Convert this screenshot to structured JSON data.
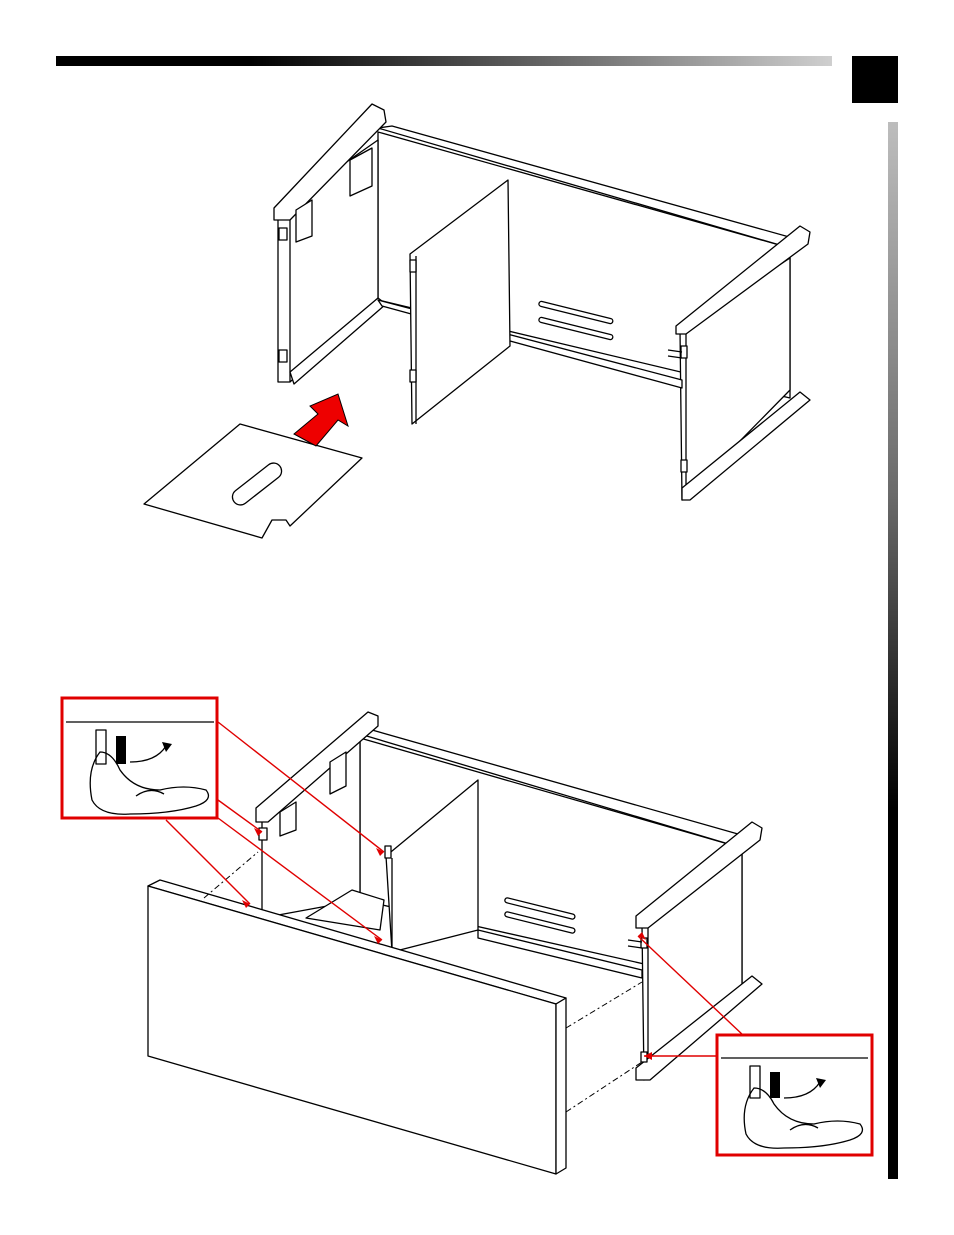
{
  "page": {
    "step_number": ""
  },
  "figure_top": {
    "parts": [
      "cabinet-frame",
      "center-divider",
      "bottom-shelf-panel",
      "insert-arrow"
    ]
  },
  "figure_bottom": {
    "parts": [
      "cabinet-frame",
      "center-divider",
      "front-panel",
      "cam-lock-callout-left",
      "cam-lock-callout-right"
    ]
  },
  "colors": {
    "arrow_red": "#ee0000",
    "callout_red": "#e00000"
  }
}
